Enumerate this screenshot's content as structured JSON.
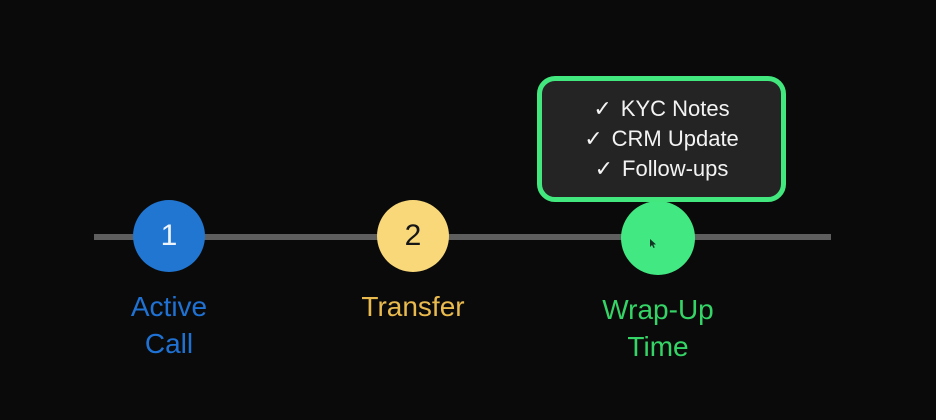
{
  "page": {
    "background_color": "#0a0a0a"
  },
  "timeline": {
    "line_color": "#5e5e5e",
    "steps": [
      {
        "number": "1",
        "label": "Active Call",
        "circle_color": "#2176d2",
        "number_color": "#edf4fc",
        "label_color": "#1f72d4"
      },
      {
        "number": "2",
        "label": "Transfer",
        "circle_color": "#f9d87a",
        "number_color": "#161616",
        "label_color": "#e9ba4d"
      },
      {
        "number": "",
        "label": "Wrap-Up Time",
        "circle_color": "#42e983",
        "label_color": "#35d466"
      }
    ]
  },
  "tooltip": {
    "check_icon": "✓",
    "items": [
      {
        "label": "KYC Notes"
      },
      {
        "label": "CRM Update"
      },
      {
        "label": "Follow-ups"
      }
    ],
    "border_color": "#42e87e",
    "background_color": "#242424",
    "text_color": "#f3f3f3"
  }
}
